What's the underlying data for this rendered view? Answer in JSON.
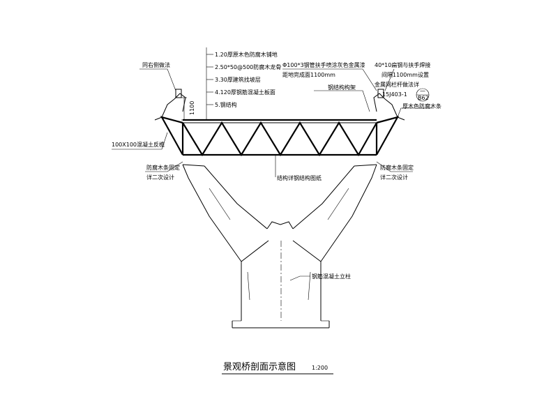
{
  "layers": [
    "1.20厚原木色防腐木铺地",
    "2.50*50@500防腐木龙骨",
    "3.30厚建筑找坡层",
    "4.120厚钢筋混凝土板面",
    "5.钢结构"
  ],
  "left_labels": {
    "same_side": "同右侧做法",
    "ledge": "100X100混凝土反檐",
    "fix_line1": "防腐木条固定",
    "fix_line2": "详二次设计"
  },
  "right_labels": {
    "railing_line1": "Φ100*3钢管扶手喷涂灰色金属漆",
    "railing_line2": "距地完成面1100mm",
    "flat_steel": "40*10扁钢与扶手焊接",
    "spacing": "间隔1100mm设置",
    "metal_railing": "金属网栏杆做法详",
    "std_code": "15J403-1",
    "detail_top": "—",
    "detail_bottom": "B62",
    "wood_strip": "厚木色防腐木条",
    "steel_frame": "钢结构构架",
    "fix_line1": "防腐木条固定",
    "fix_line2": "详二次设计"
  },
  "center_labels": {
    "structure": "结构详钢结构图纸",
    "column": "钢筋混凝土立柱"
  },
  "dimension": "1100",
  "title": "景观桥剖面示意图",
  "scale": "1:200"
}
